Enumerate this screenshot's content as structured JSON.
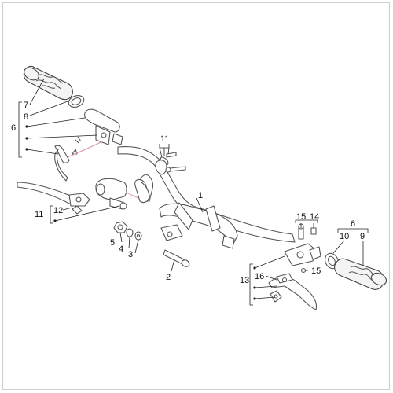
{
  "diagram": {
    "callouts": {
      "n1": "1",
      "n2": "2",
      "n3": "3",
      "n4": "4",
      "n5": "5",
      "n6a": "6",
      "n6b": "6",
      "n7": "7",
      "n8": "8",
      "n9": "9",
      "n10": "10",
      "n11a": "11",
      "n11b": "11",
      "n12": "12",
      "n13": "13",
      "n14": "14",
      "n15a": "15",
      "n15b": "15",
      "n16": "16"
    }
  }
}
